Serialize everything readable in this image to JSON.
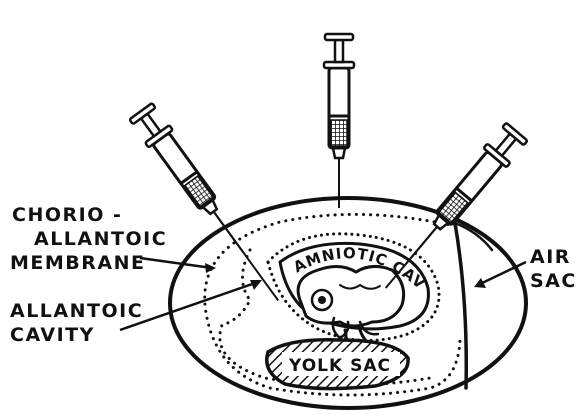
{
  "labels": {
    "chorio_line1": "CHORIO -",
    "chorio_line2": "ALLANTOIC",
    "chorio_line3": "MEMBRANE",
    "allantoic_line1": "ALLANTOIC",
    "allantoic_line2": "CAVITY",
    "air_line1": "AIR",
    "air_line2": "SAC",
    "amniotic": "AMNIOTIC CAVITY",
    "yolk": "YOLK SAC"
  },
  "icons": [
    "syringe-icon",
    "egg-outline",
    "embryo-figure"
  ],
  "colors": {
    "ink": "#111111",
    "background": "#ffffff"
  }
}
